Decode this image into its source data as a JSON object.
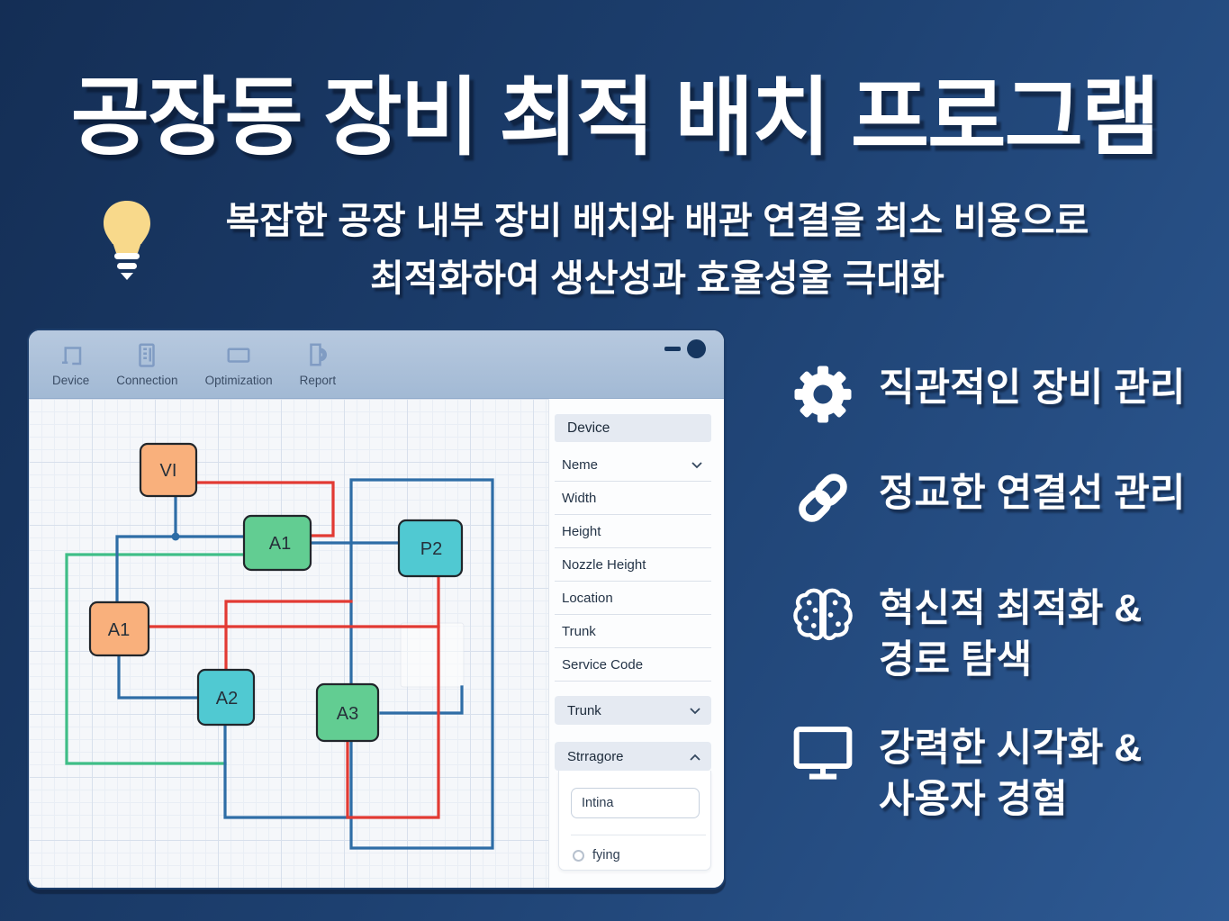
{
  "hero": {
    "title": "공장동 장비 최적 배치 프로그램",
    "subtitle_line1": "복잡한 공장 내부 장비 배치와 배관 연결을 최소 비용으로",
    "subtitle_line2": "최적화하여 생산성과 효율성울 극대화",
    "bulb_icon": "lightbulb-icon"
  },
  "app_window": {
    "toolbar": {
      "items": [
        {
          "label": "Device",
          "icon": "device-icon"
        },
        {
          "label": "Connection",
          "icon": "connection-icon"
        },
        {
          "label": "Optimization",
          "icon": "optimization-icon"
        },
        {
          "label": "Report",
          "icon": "report-icon"
        }
      ],
      "window_controls": [
        "minimize-icon",
        "circle-button-icon"
      ]
    },
    "canvas": {
      "nodes": [
        {
          "label": "VI",
          "color": "orange"
        },
        {
          "label": "A1",
          "color": "green"
        },
        {
          "label": "P2",
          "color": "teal"
        },
        {
          "label": "A1",
          "color": "orange"
        },
        {
          "label": "A2",
          "color": "teal"
        },
        {
          "label": "A3",
          "color": "green"
        }
      ],
      "edges": [
        {
          "from": "VI",
          "to": "A1-green",
          "color": "red"
        },
        {
          "from": "VI",
          "to": "blue-bus-junction",
          "color": "blue"
        },
        {
          "from": "A1-green",
          "to": "A1-orange",
          "color": "blue"
        },
        {
          "from": "A1-orange",
          "to": "A2",
          "color": "blue"
        },
        {
          "from": "A1-green",
          "to": "P2",
          "color": "blue"
        },
        {
          "from": "A2",
          "to": "right-rect-loop",
          "color": "blue"
        },
        {
          "from": "A3",
          "to": "right-stub",
          "color": "blue"
        },
        {
          "from": "A1-green",
          "to": "left-loop",
          "color": "green"
        },
        {
          "from": "A2",
          "to": "mid-riser",
          "color": "red"
        },
        {
          "from": "A1-orange",
          "to": "east-run",
          "color": "red"
        },
        {
          "from": "P2",
          "to": "A3",
          "color": "red"
        }
      ]
    },
    "panel": {
      "header": "Device",
      "fields": [
        "Neme",
        "Width",
        "Height",
        "Nozzle Height",
        "Location",
        "Trunk",
        "Service Code"
      ],
      "dropdown_collapsed": "Trunk",
      "dropdown_expanded": "Strragore",
      "input_value": "Intina",
      "radio_label": "fying"
    }
  },
  "features": [
    {
      "icon": "gear-icon",
      "lines": [
        "직관적인 장비 관리"
      ]
    },
    {
      "icon": "link-icon",
      "lines": [
        "정교한 연결선 관리"
      ]
    },
    {
      "icon": "brain-icon",
      "lines": [
        "혁신적 최적화 &",
        "경로 탐색"
      ]
    },
    {
      "icon": "monitor-icon",
      "lines": [
        "강력한 시각화 &",
        "사용자 경혐"
      ]
    }
  ],
  "colors": {
    "background_top": "#142e55",
    "background_bottom": "#2e5a94",
    "node_orange": "#f9b07c",
    "node_green": "#62cd92",
    "node_teal": "#50c9d2",
    "wire_red": "#e23a33",
    "wire_blue": "#2e6da6",
    "wire_green": "#3fbe87",
    "titlebar": "#aabfd8",
    "accent_navy": "#16365f",
    "bulb_yellow": "#f8d98b"
  }
}
